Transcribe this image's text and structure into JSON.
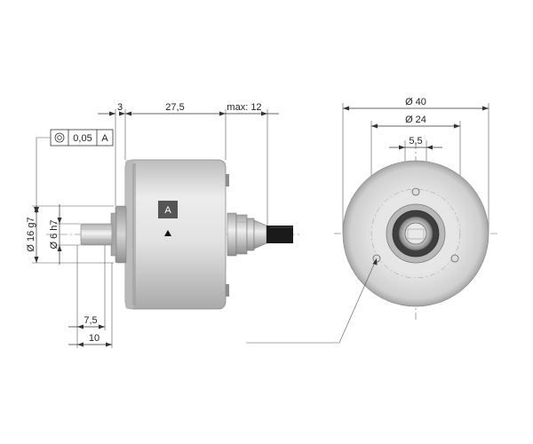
{
  "tolerance_frame": {
    "symbol": "concentricity",
    "value": "0,05",
    "datum": "A"
  },
  "datum_label": "A",
  "side_view": {
    "dims_top": [
      "3",
      "27,5",
      "max: 12"
    ],
    "dims_left": [
      "Ø 16 g7",
      "Ø 6 h7"
    ],
    "dims_bottom": [
      "7,5",
      "10"
    ]
  },
  "front_view": {
    "dims_top": [
      "Ø 40",
      "Ø 24",
      "5,5"
    ]
  },
  "colors": {
    "housing": "#d8d8d8",
    "housing_dark": "#9a9a9a",
    "cable": "#1a1a1a",
    "datum_box": "#555555"
  }
}
